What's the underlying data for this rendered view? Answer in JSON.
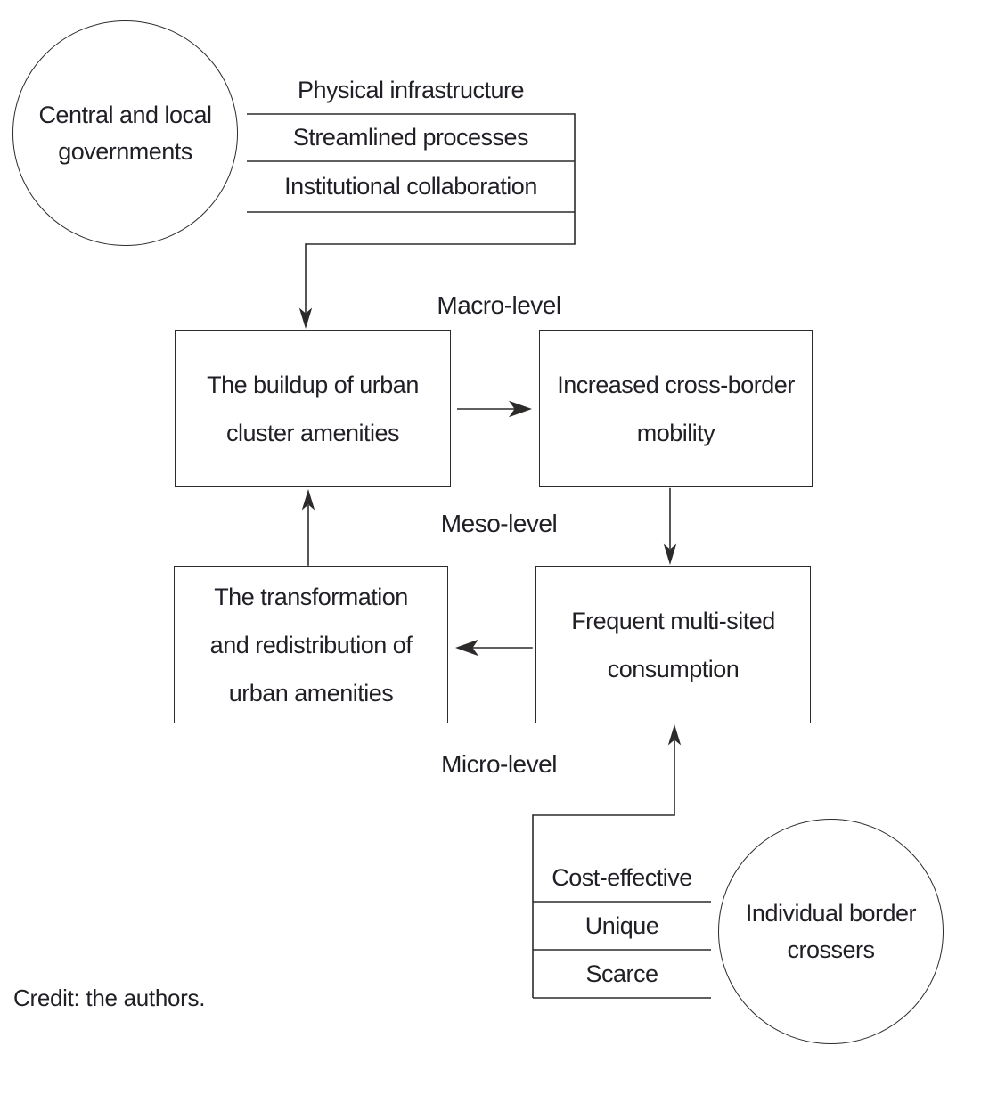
{
  "figure": {
    "government_circle": {
      "label": "Central and local\ngovernments"
    },
    "government_inputs": [
      "Physical infrastructure",
      "Streamlined processes",
      "Institutional collaboration"
    ],
    "levels": {
      "macro": "Macro-level",
      "meso": "Meso-level",
      "micro": "Micro-level"
    },
    "boxes": {
      "buildup": "The buildup of urban\ncluster amenities",
      "mobility": "Increased cross-border\nmobility",
      "consumption": "Frequent multi-sited\nconsumption",
      "transformation": "The transformation\nand redistribution of\nurban amenities"
    },
    "crosser_circle": {
      "label": "Individual border\ncrossers"
    },
    "crosser_qualities": [
      "Cost-effective",
      "Unique",
      "Scarce"
    ],
    "credit": "Credit: the authors.",
    "colors": {
      "ink": "#211e26",
      "line": "#2d2a2a",
      "background": "#ffffff"
    }
  }
}
